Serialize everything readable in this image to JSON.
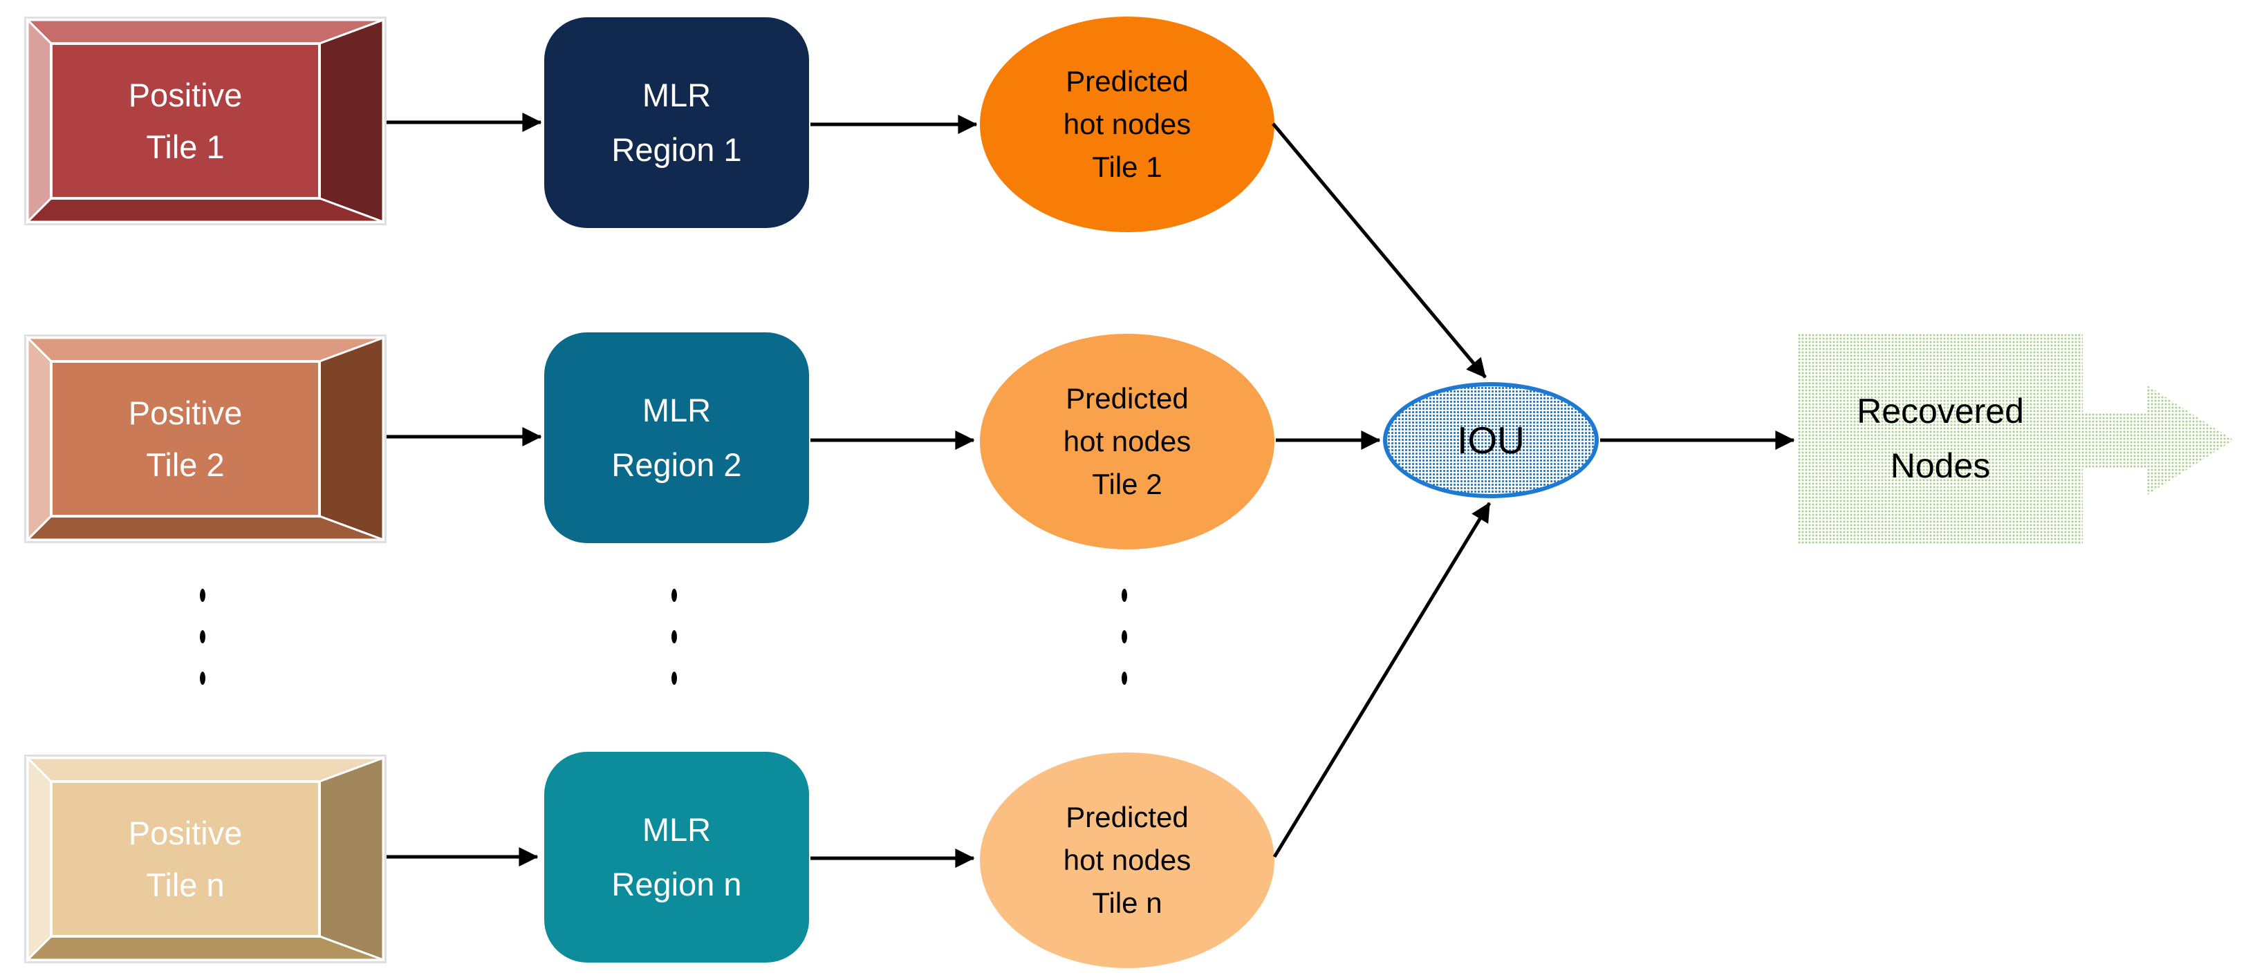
{
  "rows": [
    {
      "tile": {
        "line1": "Positive",
        "line2": "Tile 1",
        "face": "#AF4142",
        "bevel_top": "#C66D6B",
        "bevel_left": "#D9A09E",
        "bevel_right": "#6C2324",
        "bevel_bottom": "#8E2E2F",
        "text_color": "#FFFFFF"
      },
      "mlr": {
        "line1": "MLR",
        "line2": "Region 1",
        "fill": "#11294F",
        "text_color": "#FFFFFF"
      },
      "ellipse": {
        "line1": "Predicted",
        "line2": "hot nodes",
        "line3": "Tile 1",
        "fill": "#F87D07",
        "text_color": "#000000"
      }
    },
    {
      "tile": {
        "line1": "Positive",
        "line2": "Tile 2",
        "face": "#CB7A58",
        "bevel_top": "#DC9B81",
        "bevel_left": "#E6B8A7",
        "bevel_right": "#7D4428",
        "bevel_bottom": "#9E5B3A",
        "text_color": "#FFFFFF"
      },
      "mlr": {
        "line1": "MLR",
        "line2": "Region 2",
        "fill": "#0A6A8C",
        "text_color": "#FFFFFF"
      },
      "ellipse": {
        "line1": "Predicted",
        "line2": "hot nodes",
        "line3": "Tile 2",
        "fill": "#F9A24B",
        "text_color": "#000000"
      }
    },
    {
      "tile": {
        "line1": "Positive",
        "line2": "Tile n",
        "face": "#EACB9E",
        "bevel_top": "#EFD9B7",
        "bevel_left": "#F4E5CE",
        "bevel_right": "#A2875D",
        "bevel_bottom": "#B3945F",
        "text_color": "#FFFFFF"
      },
      "mlr": {
        "line1": "MLR",
        "line2": "Region n",
        "fill": "#0D8D9C",
        "text_color": "#FFFFFF"
      },
      "ellipse": {
        "line1": "Predicted",
        "line2": "hot nodes",
        "line3": "Tile n",
        "fill": "#FBBF82",
        "text_color": "#000000"
      }
    }
  ],
  "iou": {
    "label": "IOU",
    "border_color": "#1D79D2",
    "pattern_dot_color": "#2E75B6",
    "text_color": "#000000"
  },
  "recovered": {
    "line1": "Recovered",
    "line2": "Nodes",
    "pattern_dot_color": "#A9D08E",
    "text_color": "#000000"
  },
  "connectors": {
    "color": "#000000"
  },
  "ellipsis_dots": {
    "color": "#000000",
    "columns": 3,
    "dots_per_column": 3
  }
}
